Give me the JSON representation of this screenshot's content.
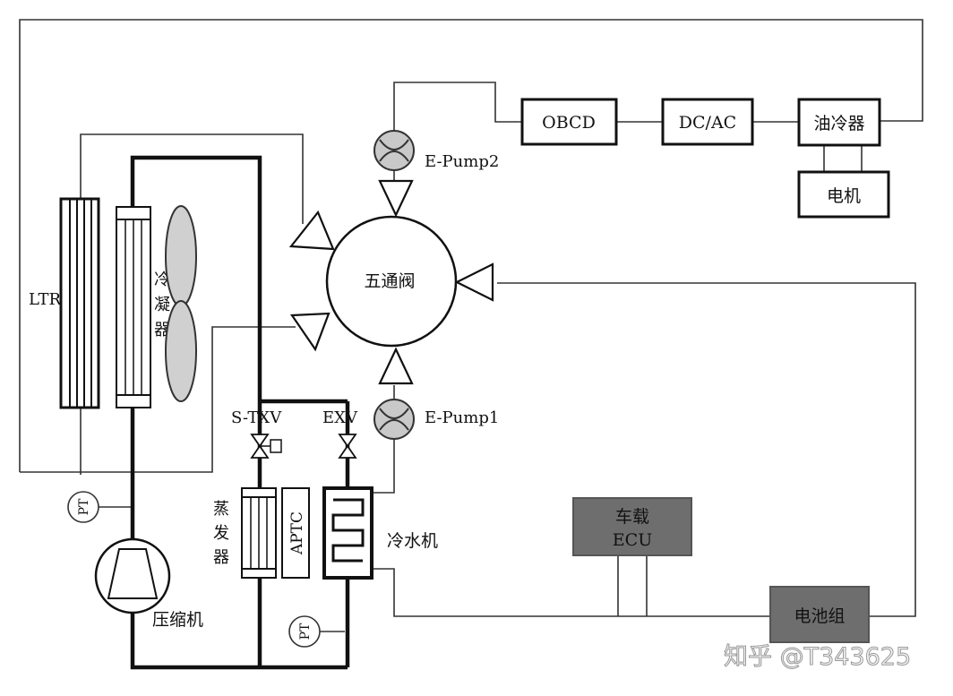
{
  "labels": {
    "ltr": "LTR",
    "condenser_chars": [
      "冷",
      "凝",
      "器"
    ],
    "obcd": "OBCD",
    "dcac": "DC/AC",
    "oil_cooler": "油冷器",
    "motor": "电机",
    "epump2": "E-Pump2",
    "epump1": "E-Pump1",
    "five_way_valve": "五通阀",
    "stxv": "S-TXV",
    "exv": "EXV",
    "evaporator_chars": [
      "蒸",
      "发",
      "器"
    ],
    "aptc": "APTC",
    "chiller": "冷水机",
    "pt_top": "PT",
    "pt_bottom": "PT",
    "compressor": "压缩机",
    "ecu_line1": "车载",
    "ecu_line2": "ECU",
    "battery": "电池组"
  },
  "watermark": "知乎 @T343625",
  "colors": {
    "line": "#111111",
    "dark_box": "#6e6e6e",
    "pump_fill": "#c9c9c9",
    "fan_fill": "#d0d0d0"
  }
}
